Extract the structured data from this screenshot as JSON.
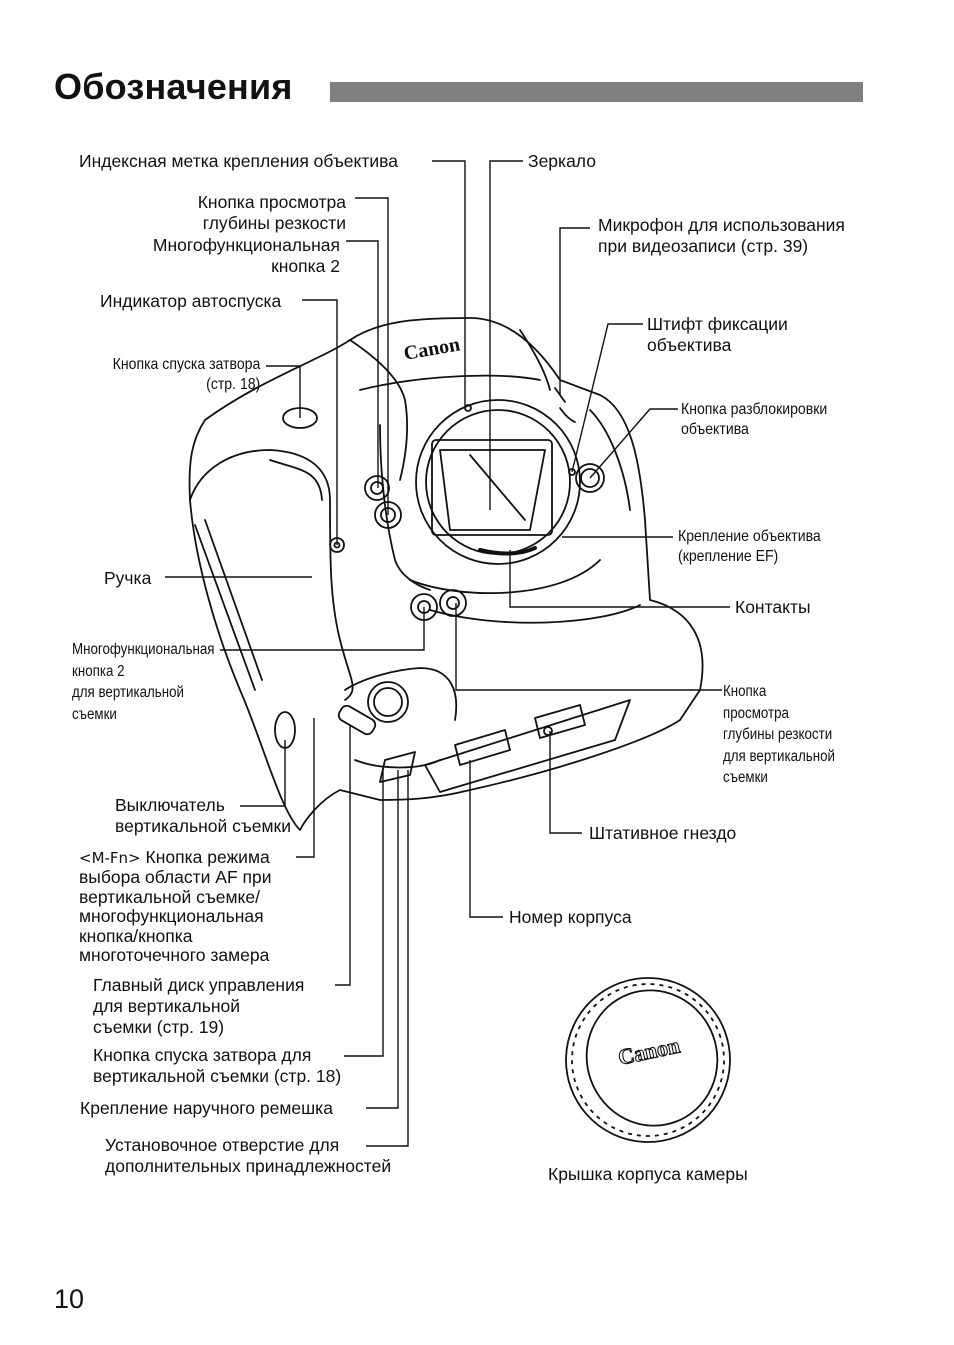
{
  "page": {
    "title": "Обозначения",
    "page_number": "10"
  },
  "camera_brand": "Canon",
  "labels": {
    "index_mark": "Индексная метка крепления объектива",
    "mirror": "Зеркало",
    "dof_preview_1": "Кнопка просмотра",
    "dof_preview_2": "глубины резкости",
    "multi_fn2_1": "Многофункциональная",
    "multi_fn2_2": "кнопка 2",
    "microphone_1": "Микрофон для использования",
    "microphone_2": "при видеозаписи (стр. 39)",
    "self_timer": "Индикатор автоспуска",
    "lens_lock_pin_1": "Штифт фиксации",
    "lens_lock_pin_2": "объектива",
    "shutter_1": "Кнопка спуска затвора",
    "shutter_2": "(стр. 18)",
    "lens_release_1": "Кнопка разблокировки",
    "lens_release_2": "объектива",
    "lens_mount_1": "Крепление объектива",
    "lens_mount_2": "(крепление EF)",
    "grip": "Ручка",
    "contacts": "Контакты",
    "v_multi_fn2_1": "Многофункциональная",
    "v_multi_fn2_2": "кнопка 2",
    "v_multi_fn2_3": "для вертикальной",
    "v_multi_fn2_4": "съемки",
    "v_dof_1": "Кнопка",
    "v_dof_2": "просмотра",
    "v_dof_3": "глубины резкости",
    "v_dof_4": "для вертикальной",
    "v_dof_5": "съемки",
    "v_switch_1": "Выключатель",
    "v_switch_2": "вертикальной съемки",
    "tripod": "Штативное гнездо",
    "mfn_symbol": "<M-Fn>",
    "mfn_1": " Кнопка режима",
    "mfn_2": "выбора области AF при",
    "mfn_3": "вертикальной съемке/",
    "mfn_4": "многофункциональная",
    "mfn_5": "кнопка/кнопка",
    "mfn_6": "многоточечного замера",
    "serial": "Номер корпуса",
    "v_dial_1": "Главный диск управления",
    "v_dial_2": "для вертикальной",
    "v_dial_3": "съемки (стр. 19)",
    "v_shutter_1": "Кнопка спуска затвора для",
    "v_shutter_2": "вертикальной съемки (стр. 18)",
    "strap": "Крепление наручного ремешка",
    "accessory_1": "Установочное отверстие для",
    "accessory_2": "дополнительных принадлежностей",
    "body_cap": "Крышка корпуса камеры"
  }
}
